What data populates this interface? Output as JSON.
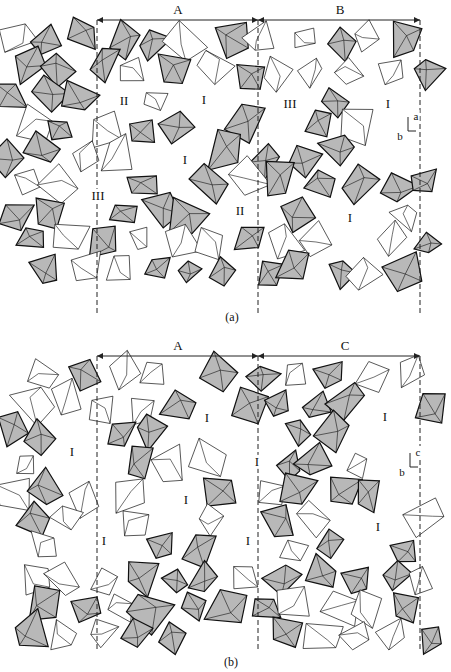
{
  "diagram": {
    "labels": [
      "A",
      "B",
      "I",
      "II",
      "III",
      "I",
      "III",
      "I",
      "II",
      "I",
      "b",
      "a",
      "(a)",
      "A",
      "C",
      "I",
      "I",
      "I",
      "I",
      "I",
      "I",
      "I",
      "I",
      "b",
      "c",
      "(b)"
    ]
  }
}
